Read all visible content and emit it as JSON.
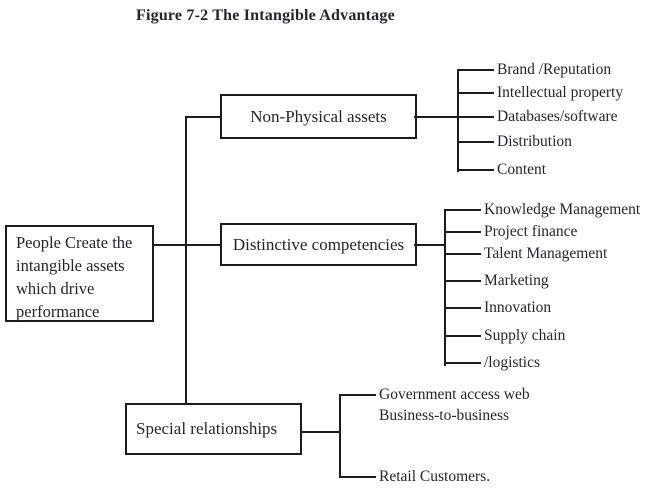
{
  "title": "Figure 7-2 The Intangible Advantage",
  "colors": {
    "ink": "#25252d",
    "line": "#1c1c1c",
    "bg": "#ffffff"
  },
  "root": {
    "lines": [
      "People Create the",
      "intangible assets",
      "which drive",
      "performance"
    ]
  },
  "branches": [
    {
      "label": "Non-Physical assets",
      "items": [
        "Brand /Reputation",
        "Intellectual property",
        "Databases/software",
        "Distribution",
        "Content"
      ]
    },
    {
      "label": "Distinctive competencies",
      "items": [
        "Knowledge Management",
        "Project finance",
        "Talent Management",
        "Marketing",
        "Innovation",
        "Supply chain",
        "/logistics"
      ]
    },
    {
      "label": "Special relationships",
      "items": [
        "Government access web",
        "Business-to-business",
        "Retail Customers."
      ]
    }
  ]
}
